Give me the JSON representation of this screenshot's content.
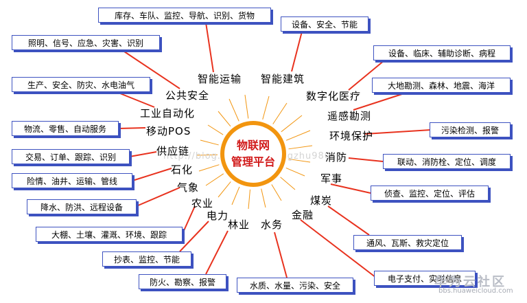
{
  "center": {
    "line1": "物联网",
    "line2": "管理平台"
  },
  "spokes": [
    "智能运输",
    "智能建筑",
    "数字化医疗",
    "遥感勘测",
    "环境保护",
    "消防",
    "军事",
    "煤炭",
    "金融",
    "水务",
    "林业",
    "电力",
    "农业",
    "气象",
    "石化",
    "供应链",
    "移动POS",
    "工业自动化",
    "公共安全"
  ],
  "boxes": [
    "库存、车队、监控、导航、识别、货物",
    "设备、安全、节能",
    "照明、信号、应急、灾害、识别",
    "设备、临床、辅助诊断、病程",
    "生产、安全、防灾、水电油气",
    "大地勘测、森林、地震、海洋",
    "物流、零售、自动服务",
    "污染检测、报警",
    "交易、订单、跟踪、识别",
    "联动、消防栓、定位、调度",
    "险情、油井、运输、管线",
    "侦查、监控、定位、评估",
    "降水、防洪、远程设备",
    "大棚、土壤、灌溉、环境、跟踪",
    "通风、瓦斯、救灾定位",
    "抄表、监控、节能",
    "电子支付、实时信息",
    "防火、勘察、报警",
    "水质、水量、污染、安全"
  ],
  "watermark": {
    "brand": "华为云社区",
    "url": "bbs.huaweicloud.com",
    "blog": "http://blog.csdn.net/dongzhu980"
  },
  "colors": {
    "ray": "#f2950f",
    "connector": "#e8321e",
    "box_border": "#3d52c0",
    "center_text": "#d11a1a"
  }
}
